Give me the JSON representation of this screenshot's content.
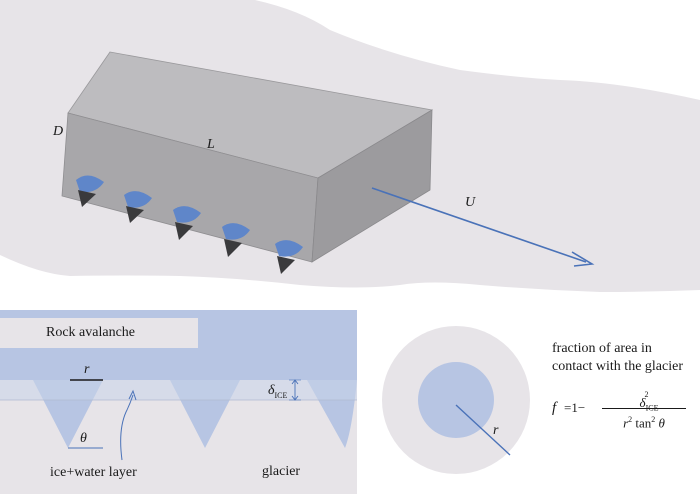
{
  "block": {
    "depth_label": "D",
    "length_label": "L",
    "velocity_label": "U"
  },
  "cross_section": {
    "rock_label": "Rock avalanche",
    "radius_label": "r",
    "angle_label": "θ",
    "delta_label": "δ",
    "delta_sub": "ICE",
    "layer_label": "ice+water layer",
    "glacier_label": "glacier"
  },
  "contact": {
    "radius_label": "r",
    "caption_line1": "fraction of area in",
    "caption_line2": "contact with the glacier",
    "formula_lhs": "f",
    "formula_eq": "=1−",
    "formula_num": "δ",
    "formula_num_sub": "ICE",
    "formula_num_sup": "2",
    "formula_den_r": "r",
    "formula_den_r_sup": "2",
    "formula_den_tan": "tan",
    "formula_den_tan_sup": "2",
    "formula_den_theta": "θ"
  },
  "colors": {
    "background_grey": "#e7e4e8",
    "block_top": "#bdbcbf",
    "block_front": "#a8a7aa",
    "block_side": "#9c9b9e",
    "ice_blue": "#b7c5e3",
    "cone_blue": "#5f86c9",
    "cone_dark": "#3a3a3c",
    "arrow_blue": "#4a72b8"
  }
}
